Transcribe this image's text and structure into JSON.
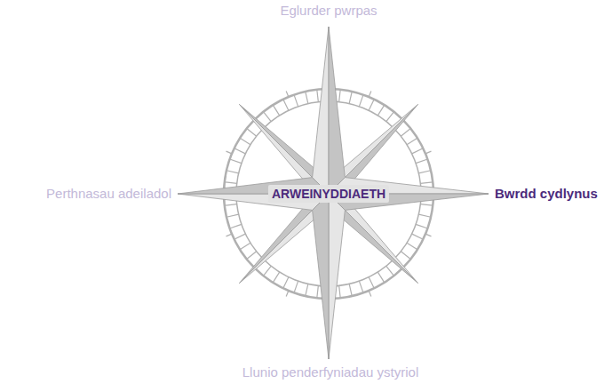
{
  "diagram": {
    "labels": [
      "Eglurder pwrpas",
      "Perthnasau adeiladol",
      "ARWEINYDDIAETH",
      "Bwrdd cydlynus",
      "Llunio penderfyniadau ystyriol"
    ]
  }
}
